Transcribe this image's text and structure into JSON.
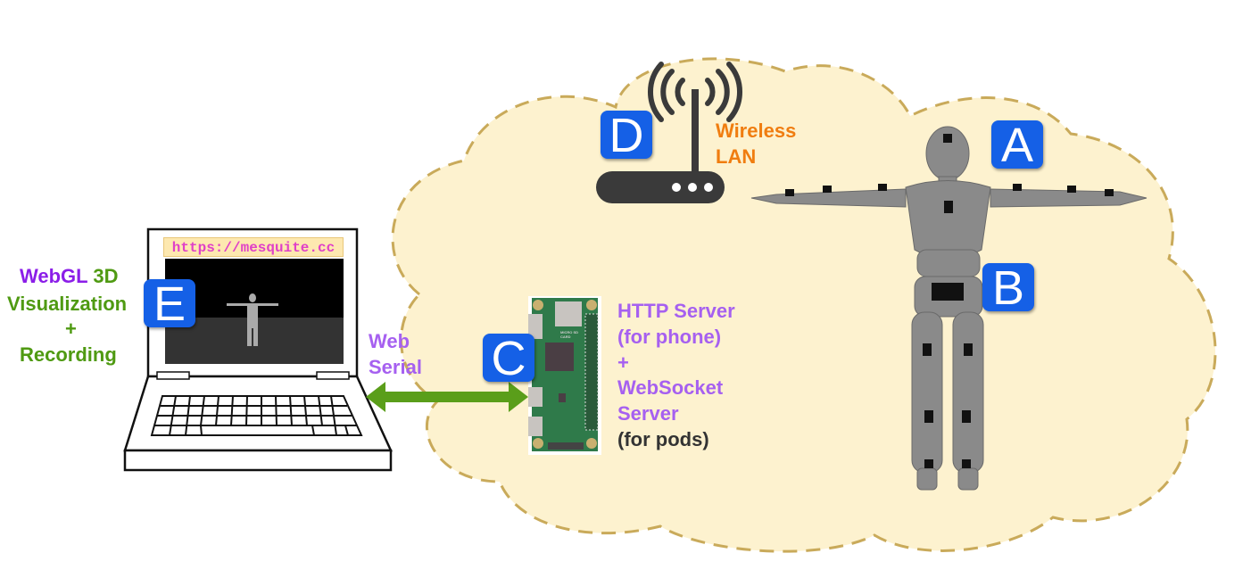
{
  "labels": {
    "left_webgl": "WebGL",
    "left_3d": "3D",
    "left_visualization": "Visualization",
    "left_plus": "+",
    "left_recording": "Recording",
    "web_serial_1": "Web",
    "web_serial_2": "Serial",
    "server_1": "HTTP Server",
    "server_2": "(for phone)",
    "server_plus": "+",
    "server_3": "WebSocket",
    "server_4": "Server",
    "server_5": "(for pods)",
    "wireless_1": "Wireless",
    "wireless_2": "LAN",
    "board_text": "MICRO SD CARD"
  },
  "laptop": {
    "url": "https://mesquite.cc"
  },
  "badges": {
    "a": "A",
    "b": "B",
    "c": "C",
    "d": "D",
    "e": "E"
  },
  "colors": {
    "purple": "#8b1ee8",
    "green": "#4f9a12",
    "lavender": "#a660f0",
    "orange": "#f07d10",
    "badge": "#1560e6",
    "cloud": "#fdf2cf",
    "cloud_border": "#c9aa5a"
  }
}
